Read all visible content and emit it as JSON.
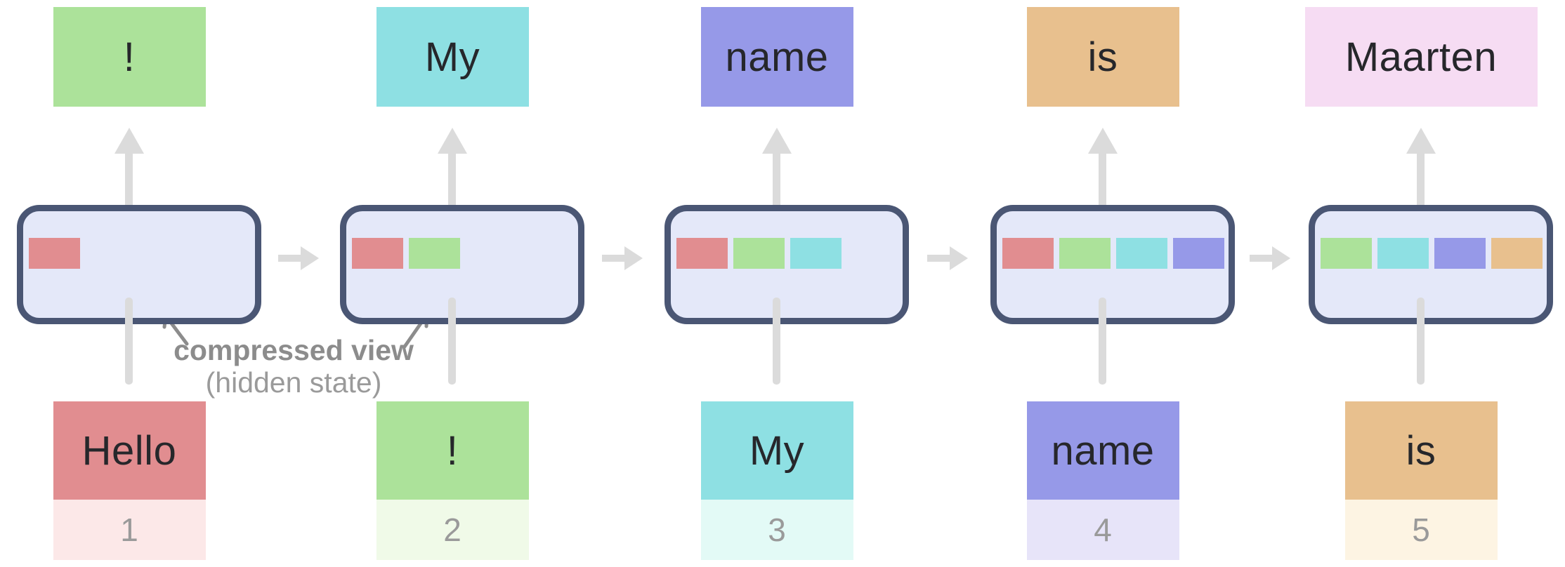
{
  "figure": {
    "kind": "rnn-sequence-diagram",
    "annotation": {
      "label": "compressed view",
      "sublabel": "(hidden state)"
    },
    "palette": {
      "token_red": "#E18D90",
      "token_green": "#ACE29A",
      "token_teal": "#8EE0E3",
      "token_purple": "#9699E8",
      "token_tan": "#E8C08E",
      "token_pink": "#F6DCF3",
      "state_fill": "#E4E8F9",
      "state_border": "#4A5674",
      "arrow_gray": "#DBDBDB",
      "annotation_gray": "#8C8C8C",
      "number_gray": "#9A9A9A",
      "token_text": "#26272B"
    },
    "steps": [
      {
        "index": "1",
        "input_token": "Hello",
        "output_token": "!",
        "input_color": "token_red",
        "output_color": "token_green",
        "strip_color": "#FCE8E8",
        "hidden_chips": [
          "token_red"
        ]
      },
      {
        "index": "2",
        "input_token": "!",
        "output_token": "My",
        "input_color": "token_green",
        "output_color": "token_teal",
        "strip_color": "#F0FAE8",
        "hidden_chips": [
          "token_red",
          "token_green"
        ]
      },
      {
        "index": "3",
        "input_token": "My",
        "output_token": "name",
        "input_color": "token_teal",
        "output_color": "token_purple",
        "strip_color": "#E3FAF6",
        "hidden_chips": [
          "token_red",
          "token_green",
          "token_teal"
        ]
      },
      {
        "index": "4",
        "input_token": "name",
        "output_token": "is",
        "input_color": "token_purple",
        "output_color": "token_tan",
        "strip_color": "#E7E4F9",
        "hidden_chips": [
          "token_red",
          "token_green",
          "token_teal",
          "token_purple"
        ]
      },
      {
        "index": "5",
        "input_token": "is",
        "output_token": "Maarten",
        "input_color": "token_tan",
        "output_color": "token_pink",
        "strip_color": "#FDF4E3",
        "hidden_chips": [
          "token_green",
          "token_teal",
          "token_purple",
          "token_tan"
        ]
      }
    ]
  }
}
